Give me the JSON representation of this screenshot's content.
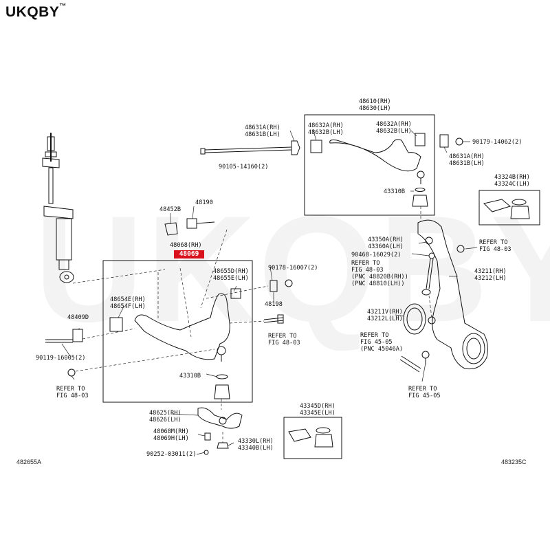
{
  "brand": {
    "name": "UKQBY",
    "tm": "™"
  },
  "watermark": {
    "text": "UKQBY",
    "tm": "™"
  },
  "highlight_part": "48069",
  "refs": {
    "left": "482655A",
    "right": "483235C"
  },
  "labels": {
    "l48610": [
      "48610(RH)",
      "48630(LH)"
    ],
    "l48632a": [
      "48632A(RH)",
      "48632B(LH)"
    ],
    "l48632b": [
      "48632A(RH)",
      "48632B(LH)"
    ],
    "l48631a": [
      "48631A(RH)",
      "48631B(LH)"
    ],
    "l90179": [
      "90179-14062(2)"
    ],
    "l48631b": [
      "48631A(RH)",
      "48631B(LH)"
    ],
    "l90105": [
      "90105-14160(2)"
    ],
    "l43310a": [
      "43310B"
    ],
    "l43324": [
      "43324B(RH)",
      "43324C(LH)"
    ],
    "l48452": [
      "48452B"
    ],
    "l48190": [
      "48190"
    ],
    "l48068": [
      "48068(RH)"
    ],
    "l43350": [
      "43350A(RH)",
      "43360A(LH)"
    ],
    "l90468": [
      "90468-16029(2)"
    ],
    "lrefer1": [
      "REFER TO",
      "FIG 48-03"
    ],
    "lrefer2": [
      "REFER TO",
      "FIG 48-03",
      "(PNC 48820B(RH))",
      "(PNC 48810(LH))"
    ],
    "l90178": [
      "90178-16007(2)"
    ],
    "l48655": [
      "48655D(RH)",
      "48655E(LH)"
    ],
    "l43211": [
      "43211(RH)",
      "43212(LH)"
    ],
    "l48654": [
      "48654E(RH)",
      "48654F(LH)"
    ],
    "l48198": [
      "48198"
    ],
    "l43211v": [
      "43211V(RH)",
      "43212L(LH)"
    ],
    "l48409": [
      "48409D"
    ],
    "lrefer3": [
      "REFER TO",
      "FIG 48-03"
    ],
    "lrefer4": [
      "REFER TO",
      "FIG 45-05",
      "(PNC 45046A)"
    ],
    "l90119": [
      "90119-16005(2)"
    ],
    "l43310b": [
      "43310B"
    ],
    "lrefer5": [
      "REFER TO",
      "FIG 48-03"
    ],
    "lrefer6": [
      "REFER TO",
      "FIG 45-05"
    ],
    "l43345": [
      "43345D(RH)",
      "43345E(LH)"
    ],
    "l48625": [
      "48625(RH)",
      "48626(LH)"
    ],
    "l48068m": [
      "48068M(RH)",
      "48069H(LH)"
    ],
    "l43330": [
      "43330L(RH)",
      "43340B(LH)"
    ],
    "l90252": [
      "90252-03011(2)"
    ]
  }
}
